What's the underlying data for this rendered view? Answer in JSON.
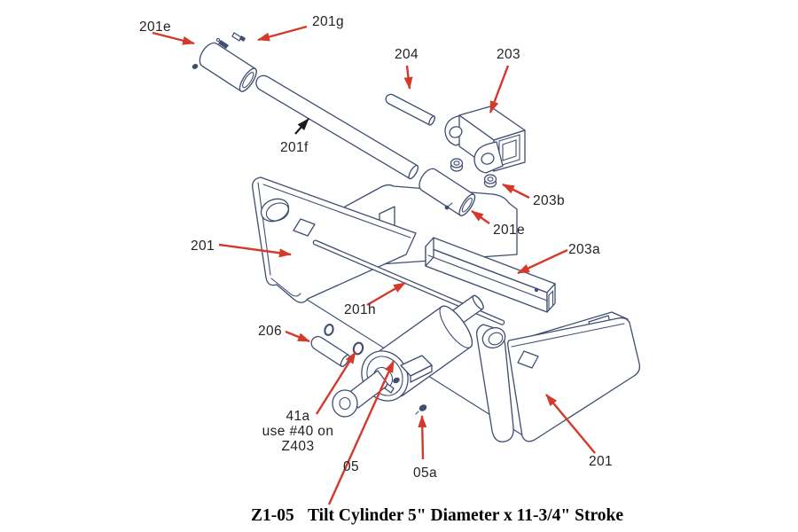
{
  "diagram": {
    "type": "exploded-parts-diagram",
    "caption": {
      "code": "Z1-05",
      "title": "Tilt Cylinder 5\" Diameter x 11-3/4\" Stroke"
    },
    "colors": {
      "leader_arrow": "#d43a2c",
      "leader_arrow_black": "#1c1c1c",
      "line_art": "#3f4d70",
      "label_text": "#232323",
      "background": "#ffffff"
    },
    "labels": {
      "l201e_top": "201e",
      "l201g": "201g",
      "l204": "204",
      "l203": "203",
      "l201f": "201f",
      "l203b": "203b",
      "l201e_mid": "201e",
      "l201_left": "201",
      "l203a": "203a",
      "l201h": "201h",
      "l206": "206",
      "l41a_line1": "41a",
      "l41a_line2": "use #40 on",
      "l41a_line3": "Z403",
      "l05": "05",
      "l05a": "05a",
      "l201_right": "201"
    }
  }
}
